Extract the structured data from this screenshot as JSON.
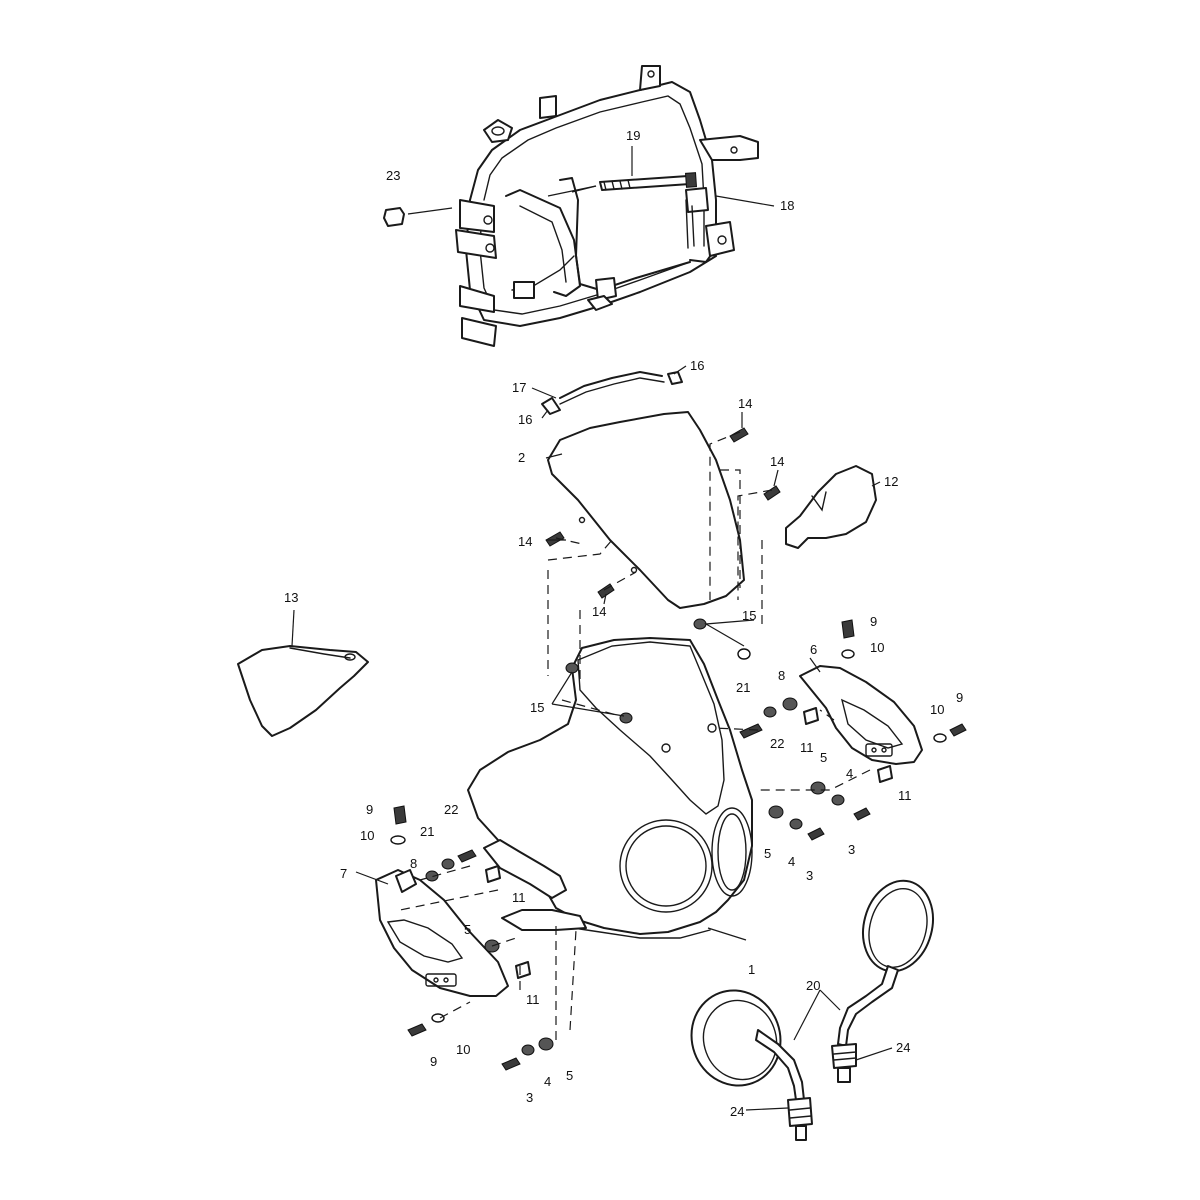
{
  "callouts": {
    "c1": "1",
    "c2": "2",
    "c3a": "3",
    "c3b": "3",
    "c3c": "3",
    "c4a": "4",
    "c4b": "4",
    "c4c": "4",
    "c5a": "5",
    "c5b": "5",
    "c5c": "5",
    "c5d": "5",
    "c6": "6",
    "c7": "7",
    "c8a": "8",
    "c8b": "8",
    "c9a": "9",
    "c9b": "9",
    "c9c": "9",
    "c9d": "9",
    "c10a": "10",
    "c10b": "10",
    "c10c": "10",
    "c10d": "10",
    "c11a": "11",
    "c11b": "11",
    "c11c": "11",
    "c11d": "11",
    "c12": "12",
    "c13": "13",
    "c14a": "14",
    "c14b": "14",
    "c14c": "14",
    "c14d": "14",
    "c15a": "15",
    "c15b": "15",
    "c16a": "16",
    "c16b": "16",
    "c17": "17",
    "c18": "18",
    "c19": "19",
    "c20": "20",
    "c21a": "21",
    "c21b": "21",
    "c22a": "22",
    "c22b": "22",
    "c23": "23",
    "c24a": "24",
    "c24b": "24"
  }
}
